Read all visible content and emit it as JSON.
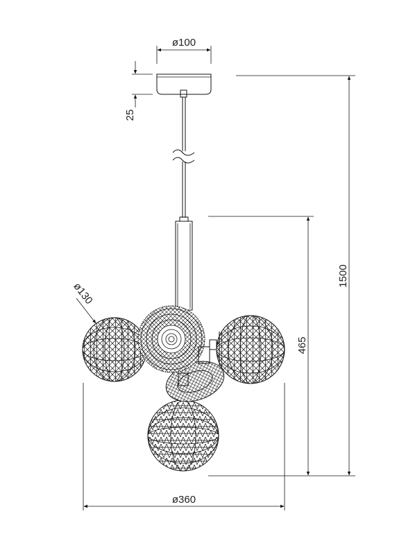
{
  "dimensions": {
    "canopy_diameter": "ø100",
    "canopy_height": "25",
    "total_height": "1500",
    "body_height": "465",
    "globe_diameter": "ø130",
    "overall_diameter": "ø360"
  },
  "colors": {
    "line": "#111111",
    "background": "#ffffff"
  }
}
